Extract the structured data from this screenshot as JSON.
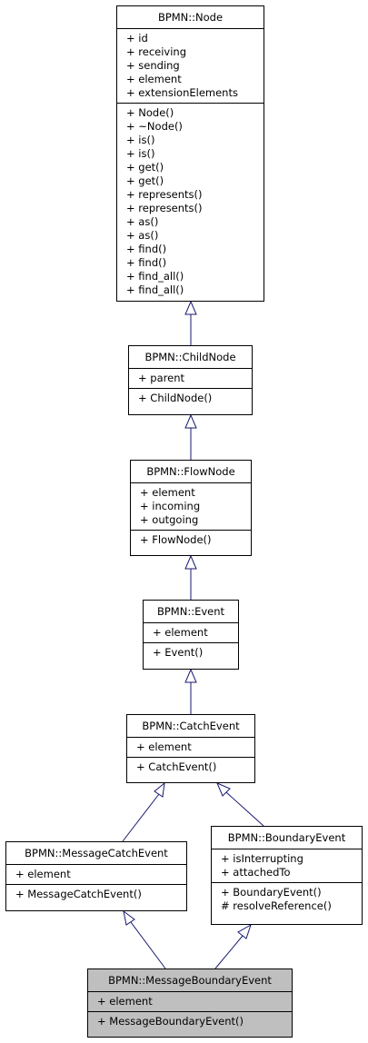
{
  "classes": {
    "node": {
      "name": "BPMN::Node",
      "attributes": [
        "+ id",
        "+ receiving",
        "+ sending",
        "+ element",
        "+ extensionElements"
      ],
      "methods": [
        "+ Node()",
        "+ ~Node()",
        "+ is()",
        "+ is()",
        "+ get()",
        "+ get()",
        "+ represents()",
        "+ represents()",
        "+ as()",
        "+ as()",
        "+ find()",
        "+ find()",
        "+ find_all()",
        "+ find_all()"
      ]
    },
    "child_node": {
      "name": "BPMN::ChildNode",
      "attributes": [
        "+ parent"
      ],
      "methods": [
        "+ ChildNode()"
      ]
    },
    "flow_node": {
      "name": "BPMN::FlowNode",
      "attributes": [
        "+ element",
        "+ incoming",
        "+ outgoing"
      ],
      "methods": [
        "+ FlowNode()"
      ]
    },
    "event": {
      "name": "BPMN::Event",
      "attributes": [
        "+ element"
      ],
      "methods": [
        "+ Event()"
      ]
    },
    "catch_event": {
      "name": "BPMN::CatchEvent",
      "attributes": [
        "+ element"
      ],
      "methods": [
        "+ CatchEvent()"
      ]
    },
    "message_catch_event": {
      "name": "BPMN::MessageCatchEvent",
      "attributes": [
        "+ element"
      ],
      "methods": [
        "+ MessageCatchEvent()"
      ]
    },
    "boundary_event": {
      "name": "BPMN::BoundaryEvent",
      "attributes": [
        "+ isInterrupting",
        "+ attachedTo"
      ],
      "methods": [
        "+ BoundaryEvent()",
        "# resolveReference()"
      ]
    },
    "message_boundary_event": {
      "name": "BPMN::MessageBoundaryEvent",
      "attributes": [
        "+ element"
      ],
      "methods": [
        "+ MessageBoundaryEvent()"
      ]
    }
  },
  "colors": {
    "edge": "#191970",
    "highlight_fill": "#bfbfbf",
    "border": "#000000"
  }
}
